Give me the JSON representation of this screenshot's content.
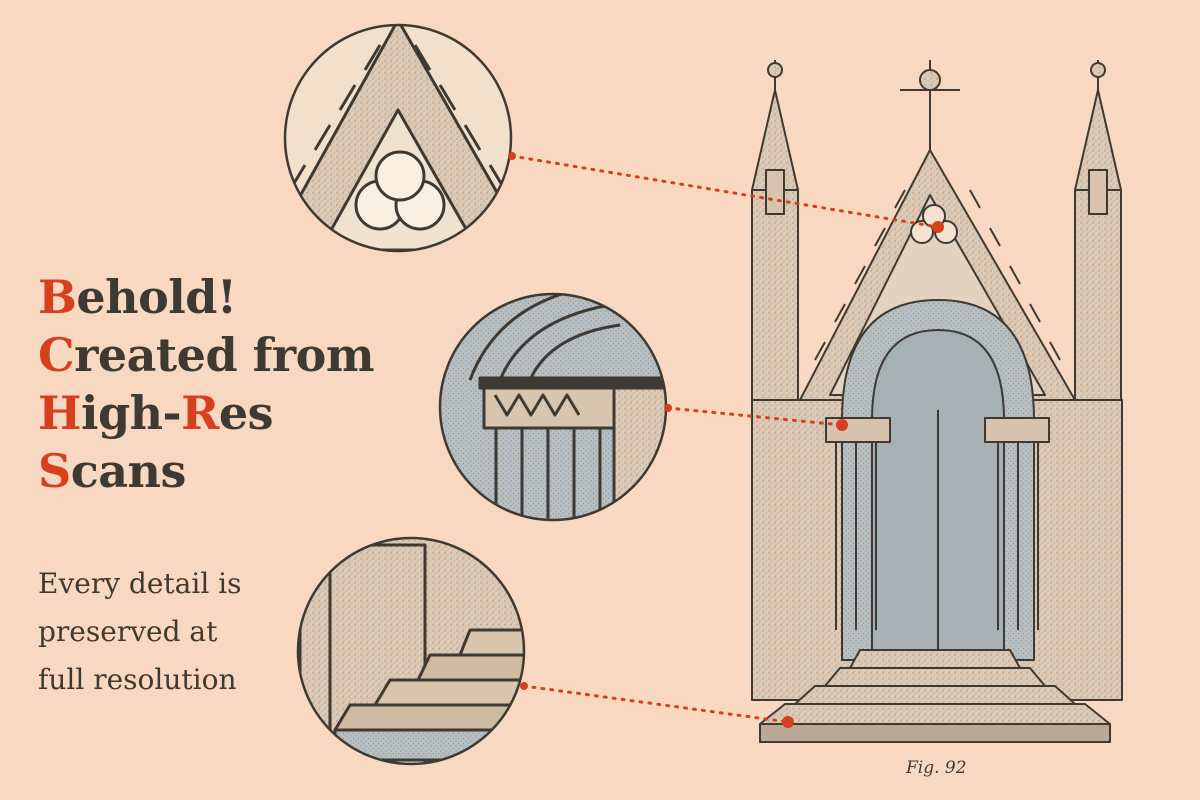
{
  "headline": {
    "line1": {
      "cap": "B",
      "rest": "ehold!"
    },
    "line2": {
      "cap": "C",
      "rest": "reated from"
    },
    "line3": {
      "cap": "H",
      "rest_a": "igh-",
      "cap2": "R",
      "rest_b": "es"
    },
    "line4": {
      "cap": "S",
      "rest": "cans"
    }
  },
  "subtext": {
    "line1": "Every detail is",
    "line2": "preserved at",
    "line3": "full resolution"
  },
  "figure_caption": "Fig. 92",
  "colors": {
    "background": "#f8d8c0",
    "ink": "#3e3a33",
    "accent_red": "#d6401e",
    "stone": "#d9c7b3",
    "shadow_blue": "#a9b4ba"
  },
  "icons": [
    "zoom-circle-gable",
    "zoom-circle-capital",
    "zoom-circle-steps",
    "gothic-portal"
  ]
}
